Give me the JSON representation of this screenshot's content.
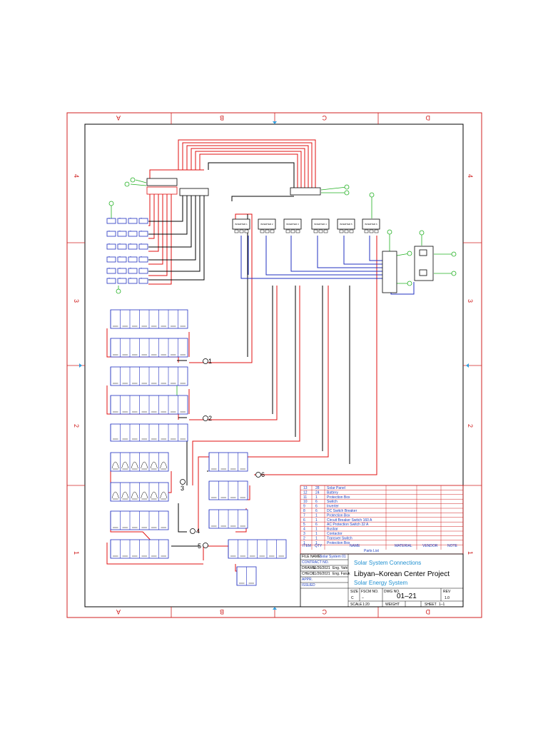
{
  "zones": {
    "columns": [
      "A",
      "B",
      "C",
      "D"
    ],
    "rows": [
      "4",
      "3",
      "2",
      "1"
    ]
  },
  "inverters": [
    "INVERTER 1",
    "INVERTER 2",
    "INVERTER 3",
    "INVERTER 4",
    "INVERTER 5",
    "INVERTER 6"
  ],
  "string_labels": [
    "1",
    "2",
    "3",
    "4",
    "5",
    "6"
  ],
  "parts_list": {
    "header": {
      "item": "ITEM",
      "qty": "QTY",
      "name": "NAME",
      "material": "MATERIAL",
      "vendor": "VENDOR",
      "note": "NOTE"
    },
    "caption": "Parts List",
    "rows": [
      {
        "item": "13",
        "qty": "28",
        "name": "Solar Panel"
      },
      {
        "item": "12",
        "qty": "24",
        "name": "Battery"
      },
      {
        "item": "11",
        "qty": "1",
        "name": "Protection Box"
      },
      {
        "item": "10",
        "qty": "6",
        "name": "Switch"
      },
      {
        "item": "9",
        "qty": "6",
        "name": "Inverter"
      },
      {
        "item": "8",
        "qty": "6",
        "name": "DC Switch Breaker"
      },
      {
        "item": "7",
        "qty": "1",
        "name": "Protection Box"
      },
      {
        "item": "6",
        "qty": "1",
        "name": "Circuit Breaker Switch 160 A"
      },
      {
        "item": "5",
        "qty": "6",
        "name": "AC Protection Switch 32 A"
      },
      {
        "item": "4",
        "qty": "1",
        "name": "Busbar"
      },
      {
        "item": "3",
        "qty": "1",
        "name": "Contactor"
      },
      {
        "item": "2",
        "qty": "1",
        "name": "Transver Switch"
      },
      {
        "item": "1",
        "qty": "1",
        "name": "Protection Box"
      }
    ]
  },
  "title_block": {
    "file_name_label": "FILE NAME:",
    "file_name": "Solar System 01",
    "contract_label": "CONTRACT NO.",
    "drawn_label": "DRAWN",
    "drawn_value": "11/26/2021",
    "drawn_by": "Eng. Yahi",
    "check_label": "CHECK",
    "check_value": "11/26/2021",
    "check_by": "Eng. Faruk",
    "appr_label": "APPR.",
    "issued_label": "ISSUED",
    "sub_title": "Solar System Connections",
    "project_title": "Libyan–Korean Center Project",
    "system_title": "Solar Energy System",
    "size_label": "SIZE",
    "size_value": "C",
    "fscm_label": "FSCM NO.",
    "fscm_value": "–",
    "dwg_label": "DWG NO.",
    "dwg_value": "01–21",
    "rev_label": "REV",
    "rev_value": "1.0",
    "scale_label": "SCALE",
    "scale_value": "1:20",
    "weight_label": "WEIGHT",
    "sheet_label": "SHEET",
    "sheet_value": "1–1"
  },
  "colors": {
    "frame": "#d02020",
    "wire_red": "#e01010",
    "wire_blue": "#2030c0",
    "leader_green": "#20b020",
    "label_blue": "#2090d0"
  }
}
